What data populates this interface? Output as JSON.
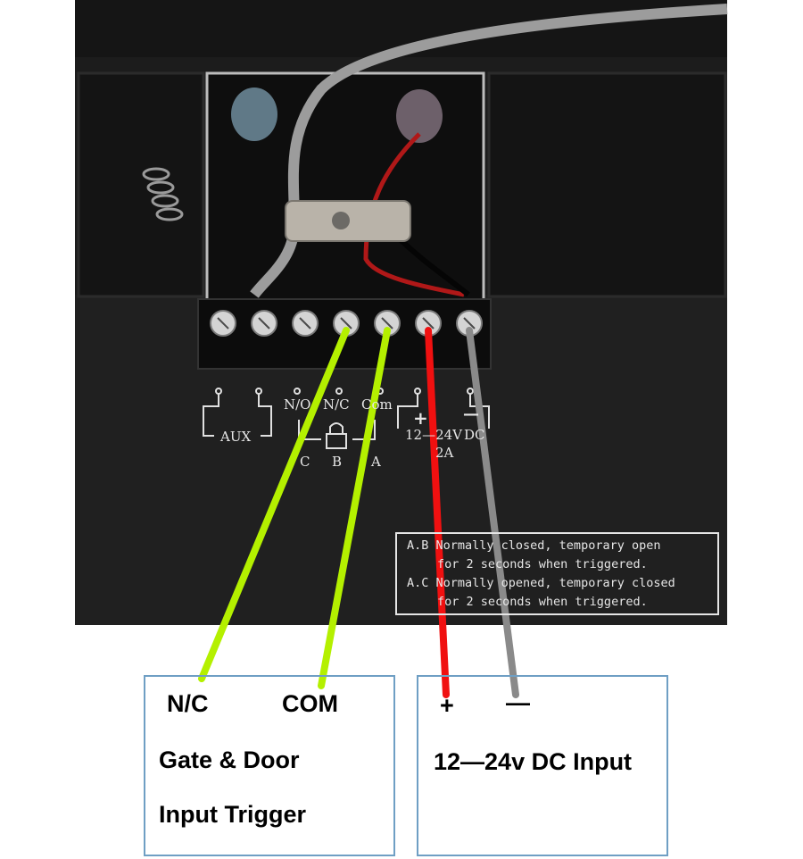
{
  "terminal_labels": {
    "aux": "AUX",
    "no": "N/O",
    "nc": "N/C",
    "com": "Com",
    "plus": "+",
    "minus": "—",
    "voltage": "12—24V",
    "amp": "2A",
    "dc": "DC",
    "c": "C",
    "b": "B",
    "a": "A"
  },
  "notes": [
    "A.B Normally closed, temporary open",
    "for 2 seconds when triggered.",
    "A.C Normally opened, temporary closed",
    "for 2 seconds when triggered."
  ],
  "left_box": {
    "nc": "N/C",
    "com": "COM",
    "title_line1": "Gate & Door",
    "title_line2": "Input Trigger"
  },
  "right_box": {
    "plus": "+",
    "minus": "—",
    "title": "12—24v DC Input"
  },
  "wire_colors": {
    "nc": "#b4f000",
    "com": "#b4f000",
    "positive": "#f01010",
    "negative": "#8a8a8a"
  }
}
